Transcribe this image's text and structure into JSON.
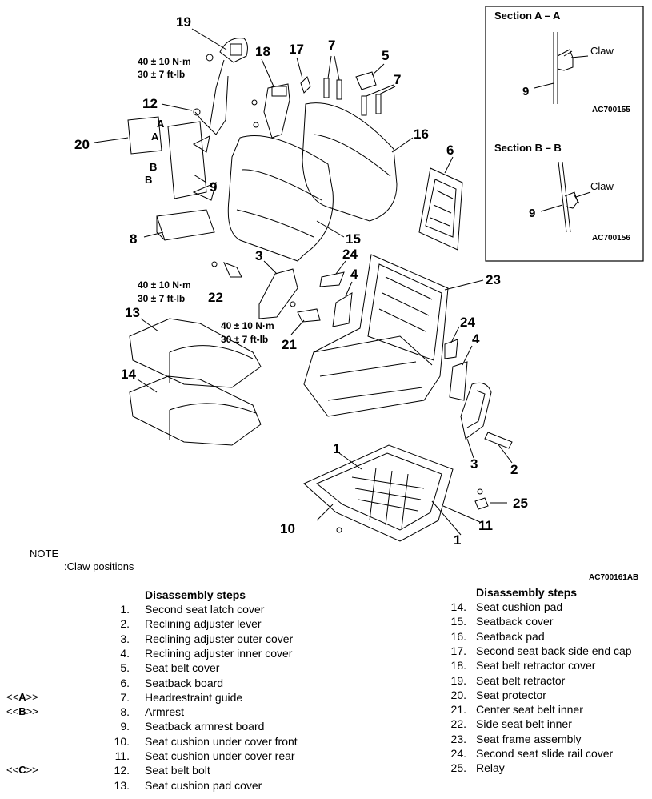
{
  "callouts": {
    "c19": "19",
    "c18": "18",
    "c17": "17",
    "c7a": "7",
    "c5": "5",
    "c7b": "7",
    "c12": "12",
    "c20": "20",
    "c16": "16",
    "c6": "6",
    "c9": "9",
    "c15": "15",
    "c8": "8",
    "c3a": "3",
    "c24a": "24",
    "c4a": "4",
    "c23": "23",
    "c22": "22",
    "c13": "13",
    "c21": "21",
    "c24b": "24",
    "c4b": "4",
    "c14": "14",
    "c1a": "1",
    "c3b": "3",
    "c2": "2",
    "c25": "25",
    "c10": "10",
    "c11": "11",
    "c1b": "1"
  },
  "abLabels": {
    "A1": "A",
    "A2": "A",
    "B1": "B",
    "B2": "B"
  },
  "torques": {
    "t1a": "40 ± 10 N·m",
    "t1b": "30 ± 7 ft-lb",
    "t2a": "40 ± 10 N·m",
    "t2b": "30 ± 7 ft-lb",
    "t3a": "40 ± 10 N·m",
    "t3b": "30 ± 7 ft-lb"
  },
  "sectionAA": {
    "title": "Section A – A",
    "claw": "Claw",
    "num": "9",
    "code": "AC700155"
  },
  "sectionBB": {
    "title": "Section B – B",
    "claw": "Claw",
    "num": "9",
    "code": "AC700156"
  },
  "note": {
    "title": "NOTE",
    "legend": ":Claw positions"
  },
  "figureCode": "AC700161AB",
  "disassembly": {
    "heading_left": "Disassembly steps",
    "heading_right": "Disassembly steps",
    "left": [
      {
        "marker": "",
        "num": "1.",
        "label": "Second seat latch cover"
      },
      {
        "marker": "",
        "num": "2.",
        "label": "Reclining adjuster lever"
      },
      {
        "marker": "",
        "num": "3.",
        "label": "Reclining adjuster outer cover"
      },
      {
        "marker": "",
        "num": "4.",
        "label": "Reclining adjuster inner cover"
      },
      {
        "marker": "",
        "num": "5.",
        "label": "Seat belt cover"
      },
      {
        "marker": "",
        "num": "6.",
        "label": "Seatback board"
      },
      {
        "marker": "<<A>>",
        "num": "7.",
        "label": "Headrestraint guide"
      },
      {
        "marker": "<<B>>",
        "num": "8.",
        "label": "Armrest"
      },
      {
        "marker": "",
        "num": "9.",
        "label": "Seatback armrest board"
      },
      {
        "marker": "",
        "num": "10.",
        "label": "Seat cushion under cover front"
      },
      {
        "marker": "",
        "num": "11.",
        "label": "Seat cushion under cover rear"
      },
      {
        "marker": "<<C>>",
        "num": "12.",
        "label": "Seat belt bolt"
      },
      {
        "marker": "",
        "num": "13.",
        "label": "Seat cushion pad cover"
      }
    ],
    "right": [
      {
        "num": "14.",
        "label": "Seat cushion pad"
      },
      {
        "num": "15.",
        "label": "Seatback cover"
      },
      {
        "num": "16.",
        "label": "Seatback pad"
      },
      {
        "num": "17.",
        "label": "Second seat back side end cap"
      },
      {
        "num": "18.",
        "label": "Seat belt retractor cover"
      },
      {
        "num": "19.",
        "label": "Seat belt retractor"
      },
      {
        "num": "20.",
        "label": "Seat protector"
      },
      {
        "num": "21.",
        "label": "Center seat belt inner"
      },
      {
        "num": "22.",
        "label": "Side seat belt inner"
      },
      {
        "num": "23.",
        "label": "Seat frame assembly"
      },
      {
        "num": "24.",
        "label": "Second seat slide rail cover"
      },
      {
        "num": "25.",
        "label": "Relay"
      }
    ]
  }
}
